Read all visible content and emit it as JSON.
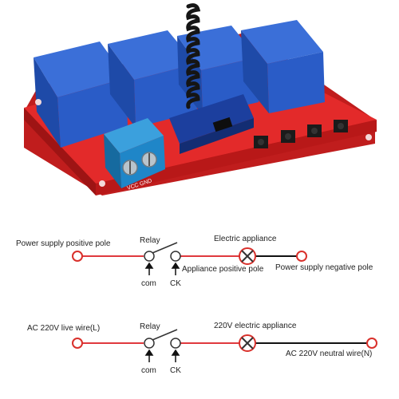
{
  "board": {
    "terminal_labels": [
      "VCC",
      "GND"
    ]
  },
  "diagram1": {
    "left_label": "Power supply positive pole",
    "relay_label": "Relay",
    "appliance_label": "Electric appliance",
    "appliance_pole_label": "Appliance positive pole",
    "right_label": "Power supply negative pole",
    "com_label": "com",
    "ck_label": "CK"
  },
  "diagram2": {
    "left_label": "AC 220V live wire(L)",
    "relay_label": "Relay",
    "appliance_label": "220V electric appliance",
    "right_label": "AC 220V neutral wire(N)",
    "com_label": "com",
    "ck_label": "CK"
  },
  "colors": {
    "wire_live": "#e0393e",
    "wire_neutral": "#111111",
    "terminal": "#d9302b",
    "pcb": "#e32a2a",
    "relay": "#2a5cc7",
    "screw_block": "#1f86c8"
  },
  "icons": [
    "relay-switch-icon",
    "lamp-icon",
    "arrow-up-icon",
    "antenna-icon"
  ]
}
